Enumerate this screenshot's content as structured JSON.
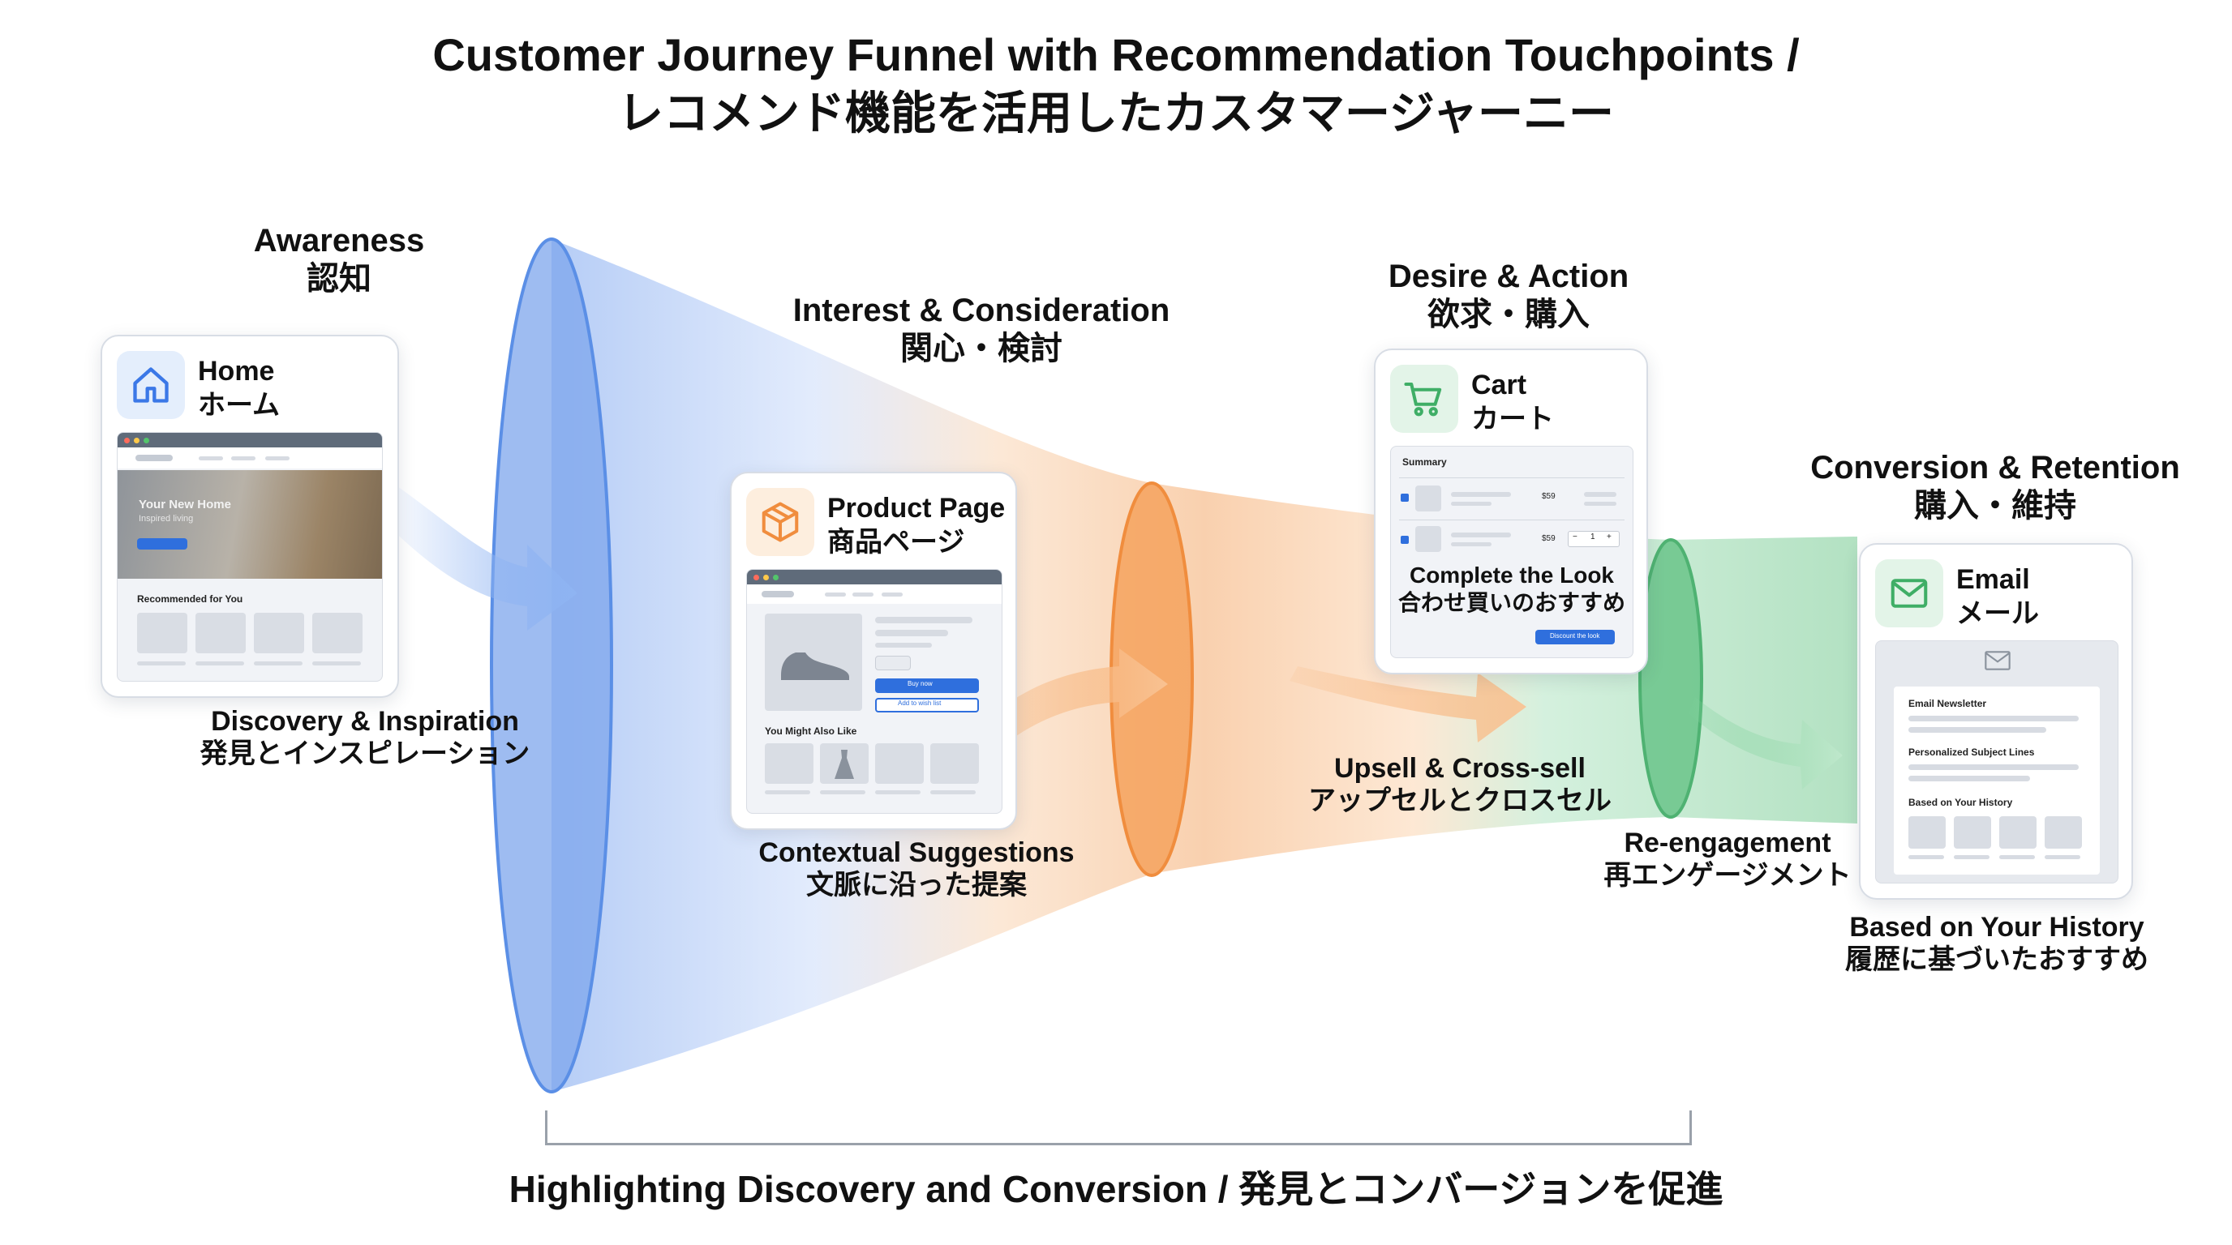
{
  "title": {
    "line1": "Customer Journey Funnel with Recommendation Touchpoints /",
    "line2": "レコメンド機能を活用したカスタマージャーニー"
  },
  "stages": [
    {
      "en": "Awareness",
      "ja": "認知"
    },
    {
      "en": "Interest & Consideration",
      "ja": "関心・検討"
    },
    {
      "en": "Desire & Action",
      "ja": "欲求・購入"
    },
    {
      "en": "Conversion & Retention",
      "ja": "購入・維持"
    }
  ],
  "cards": {
    "home": {
      "en": "Home",
      "ja": "ホーム",
      "hero_text": "Your New Home",
      "hero_sub": "Inspired living",
      "section": "Recommended for You",
      "icon": "home-icon"
    },
    "product": {
      "en": "Product Page",
      "ja": "商品ページ",
      "buy_label": "Buy now",
      "wishlist_label": "Add to wish list",
      "section": "You Might Also Like",
      "icon": "box-icon"
    },
    "cart": {
      "en": "Cart",
      "ja": "カート",
      "summary": "Summary",
      "price1": "$59",
      "price2": "$59",
      "qty": "1",
      "complete_en": "Complete the Look",
      "complete_ja": "合わせ買いのおすすめ",
      "checkout_label": "Discount the look",
      "icon": "cart-icon"
    },
    "email": {
      "en": "Email",
      "ja": "メール",
      "newsletter": "Email Newsletter",
      "subject": "Personalized Subject Lines",
      "history": "Based on Your History",
      "icon": "mail-icon"
    }
  },
  "captions": [
    {
      "en": "Discovery & Inspiration",
      "ja": "発見とインスピレーション"
    },
    {
      "en": "Contextual Suggestions",
      "ja": "文脈に沿った提案"
    },
    {
      "en": "Upsell & Cross-sell",
      "ja": "アップセルとクロスセル"
    },
    {
      "en": "Re-engagement",
      "ja": "再エンゲージメント"
    },
    {
      "en": "Based on Your History",
      "ja": "履歴に基づいたおすすめ"
    }
  ],
  "footer": "Highlighting Discovery and Conversion / 発見とコンバージョンを促進",
  "colors": {
    "blue": "#5b8fe6",
    "orange": "#f5a25d",
    "green": "#6ac48a",
    "blue_chip": "#e4eefc",
    "orange_chip": "#fdeede",
    "green_chip": "#e3f4e8",
    "cta": "#2f6fdd"
  }
}
